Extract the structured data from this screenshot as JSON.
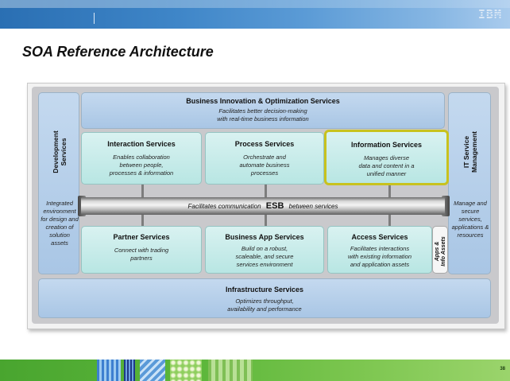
{
  "header": {
    "logo": "IBM"
  },
  "slide_title": "SOA Reference Architecture",
  "diagram": {
    "business_innovation": {
      "title": "Business Innovation & Optimization Services",
      "desc": "Facilitates better decision-making\nwith real-time business information"
    },
    "development": {
      "title": "Development\nServices",
      "desc": "Integrated environment for design and creation of solution assets"
    },
    "it_service": {
      "title": "IT Service\nManagement",
      "desc": "Manage and secure services, applications & resources"
    },
    "interaction": {
      "title": "Interaction Services",
      "desc": "Enables collaboration\nbetween people,\nprocesses & information"
    },
    "process": {
      "title": "Process Services",
      "desc": "Orchestrate and\nautomate business\nprocesses"
    },
    "information": {
      "title": "Information Services",
      "desc": "Manages diverse\ndata and content in a\nunified manner"
    },
    "esb": {
      "pre": "Facilitates communication",
      "label": "ESB",
      "post": "between services"
    },
    "partner": {
      "title": "Partner Services",
      "desc": "Connect with trading\npartners"
    },
    "business_app": {
      "title": "Business App Services",
      "desc": "Build on a robust,\nscaleable, and secure\nservices environment"
    },
    "access": {
      "title": "Access Services",
      "desc": "Facilitates interactions\nwith existing information\nand application assets"
    },
    "apps_info": {
      "title": "Apps &\nInfo Assets"
    },
    "infrastructure": {
      "title": "Infrastructure Services",
      "desc": "Optimizes throughput,\navailability and performance"
    }
  },
  "footer": {
    "page_number": "38"
  },
  "colors": {
    "header": "#3f86c8",
    "footer": "#5db73b",
    "highlight": "#c8c21e"
  }
}
